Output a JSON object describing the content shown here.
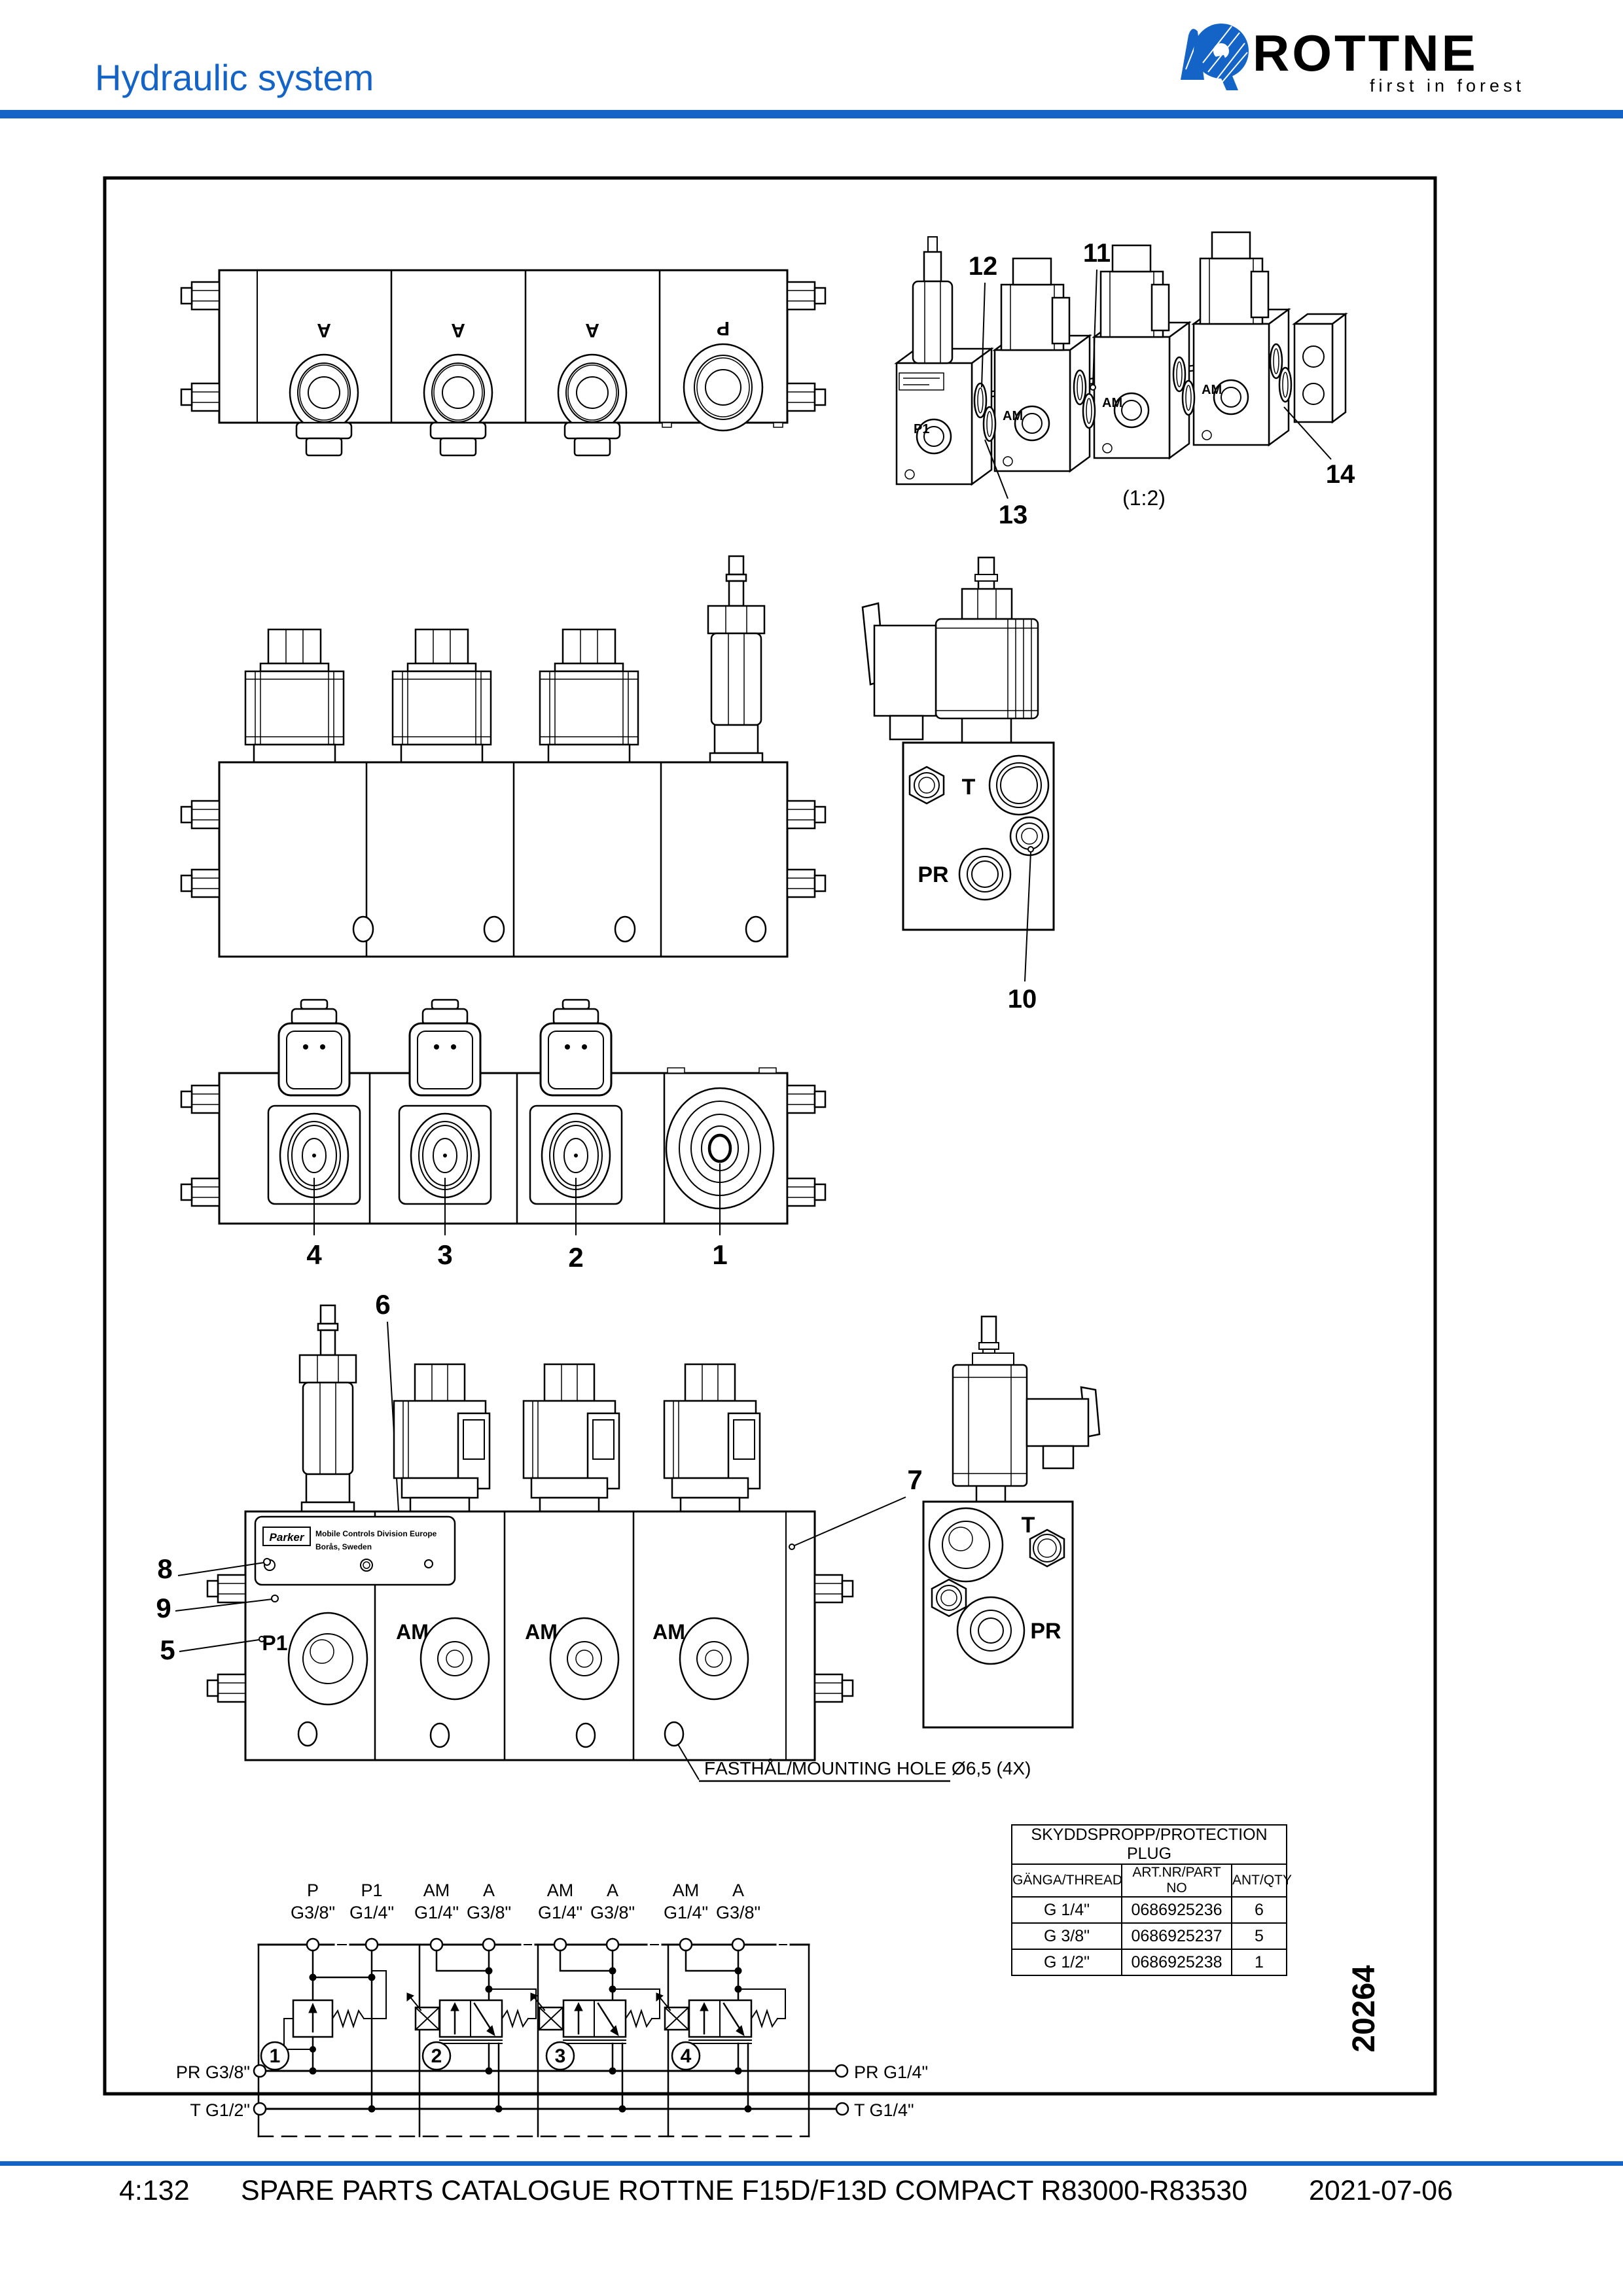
{
  "header": {
    "title": "Hydraulic system"
  },
  "logo": {
    "brand": "ROTTNE",
    "tagline": "first in forest",
    "color": "#1464c8"
  },
  "figure": {
    "callouts": [
      "1",
      "2",
      "3",
      "4",
      "5",
      "6",
      "7",
      "8",
      "9",
      "10",
      "11",
      "12",
      "13",
      "14"
    ],
    "scale_note": "(1:2)",
    "drawing_number": "20264",
    "mounting_note": "FÄSTHÅL/MOUNTING HOLE Ø6,5 (4X)",
    "top_view_ports": [
      "A",
      "A",
      "A",
      "P"
    ],
    "front_ports": {
      "p1": "P1",
      "am": "AM"
    },
    "end_block_ports": {
      "t": "T",
      "pr": "PR"
    },
    "nameplate": {
      "brand": "Parker",
      "line1": "Mobile Controls Division Europe",
      "line2": "Borås, Sweden"
    }
  },
  "plug_table": {
    "title": "SKYDDSPROPP/PROTECTION PLUG",
    "headers": [
      "GÄNGA/THREAD",
      "ART.NR/PART NO",
      "ANT/QTY"
    ],
    "rows": [
      {
        "thread": "G 1/4\"",
        "part_no": "0686925236",
        "qty": "6"
      },
      {
        "thread": "G 3/8\"",
        "part_no": "0686925237",
        "qty": "5"
      },
      {
        "thread": "G 1/2\"",
        "part_no": "0686925238",
        "qty": "1"
      }
    ]
  },
  "schematic": {
    "top_ports": [
      {
        "name": "P",
        "size": "G3/8\""
      },
      {
        "name": "P1",
        "size": "G1/4\""
      },
      {
        "name": "AM",
        "size": "G1/4\""
      },
      {
        "name": "A",
        "size": "G3/8\""
      },
      {
        "name": "AM",
        "size": "G1/4\""
      },
      {
        "name": "A",
        "size": "G3/8\""
      },
      {
        "name": "AM",
        "size": "G1/4\""
      },
      {
        "name": "A",
        "size": "G3/8\""
      }
    ],
    "left_ports": [
      {
        "label": "PR G3/8\""
      },
      {
        "label": "T G1/2\""
      }
    ],
    "right_ports": [
      {
        "label": "PR G1/4\""
      },
      {
        "label": "T G1/4\""
      }
    ],
    "valve_numbers": [
      "1",
      "2",
      "3",
      "4"
    ]
  },
  "footer": {
    "page": "4:132",
    "title": "SPARE PARTS CATALOGUE ROTTNE F15D/F13D COMPACT R83000-R83530",
    "date": "2021-07-06"
  }
}
